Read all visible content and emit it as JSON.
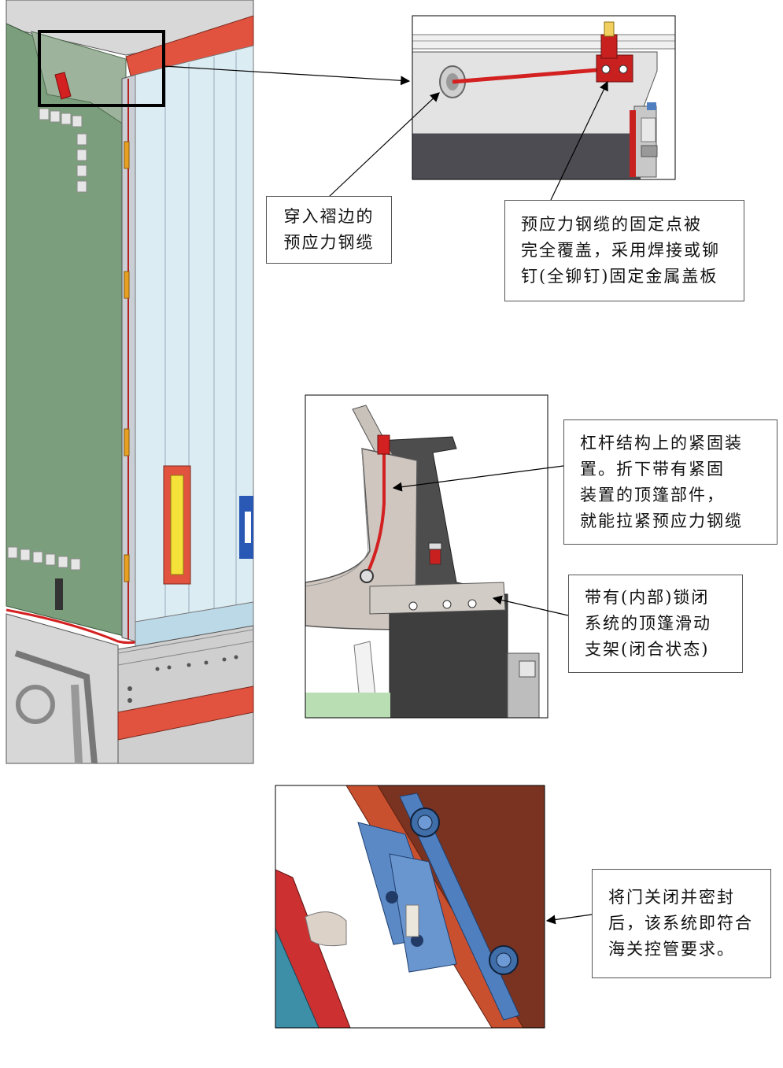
{
  "callouts": {
    "strap_cable": {
      "lines": [
        "穿入褶边的",
        "预应力钢缆"
      ]
    },
    "anchor_point": {
      "lines": [
        "预应力钢缆的固定点被",
        "完全覆盖，采用焊接或铆",
        "钉(全铆钉)固定金属盖板"
      ]
    },
    "lever_fastener": {
      "lines": [
        "杠杆结构上的紧固装",
        "置。折下带有紧固",
        "装置的顶篷部件，",
        "就能拉紧预应力钢缆"
      ]
    },
    "roof_slide": {
      "lines": [
        "带有(内部)锁闭",
        "系统的顶篷滑动",
        "支架(闭合状态)"
      ]
    },
    "door_seal": {
      "lines": [
        "将门关闭并密封",
        "后，该系统即符合",
        "海关控管要求。"
      ]
    }
  },
  "colors": {
    "tarp_green": "#7b9f7c",
    "frame_red": "#d9463a",
    "cable_red": "#d32020",
    "light_panel": "#dcecf3",
    "blue_bracket": "#4f7fbf",
    "brown_beam": "#8a3b22"
  }
}
